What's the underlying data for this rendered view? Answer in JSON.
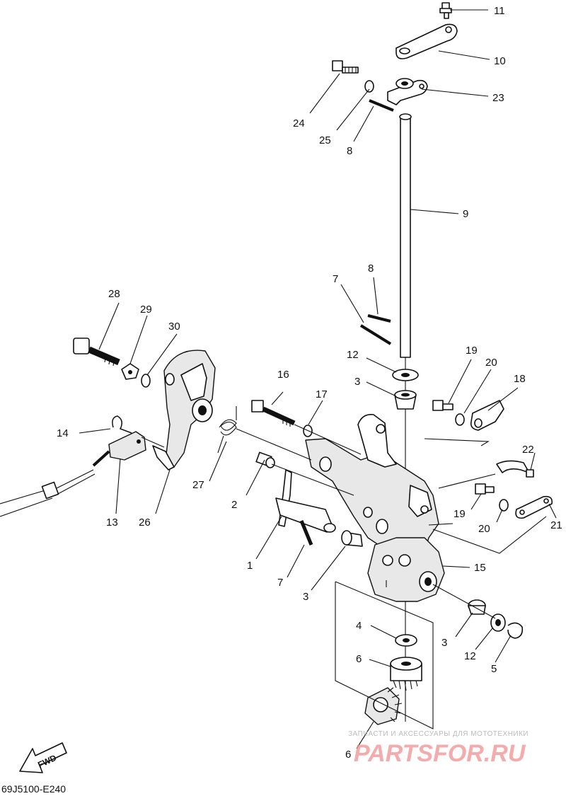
{
  "callouts": {
    "c1": "1",
    "c2": "2",
    "c3a": "3",
    "c3b": "3",
    "c3c": "3",
    "c4": "4",
    "c5": "5",
    "c6a": "6",
    "c6b": "6",
    "c7a": "7",
    "c7b": "7",
    "c8a": "8",
    "c8b": "8",
    "c9": "9",
    "c10": "10",
    "c11": "11",
    "c12a": "12",
    "c12b": "12",
    "c13": "13",
    "c14": "14",
    "c15": "15",
    "c16": "16",
    "c17": "17",
    "c18": "18",
    "c19a": "19",
    "c19b": "19",
    "c20a": "20",
    "c20b": "20",
    "c21": "21",
    "c22": "22",
    "c23": "23",
    "c24": "24",
    "c25": "25",
    "c26": "26",
    "c27": "27",
    "c28": "28",
    "c29": "29",
    "c30": "30"
  },
  "fwd_label": "FWD",
  "diagram_code": "69J5100-E240",
  "watermark": {
    "tagline": "ЗАПЧАСТИ И АКСЕССУАРЫ ДЛЯ МОТОТЕХНИКИ",
    "brand": "PARTSFOR.RU"
  }
}
